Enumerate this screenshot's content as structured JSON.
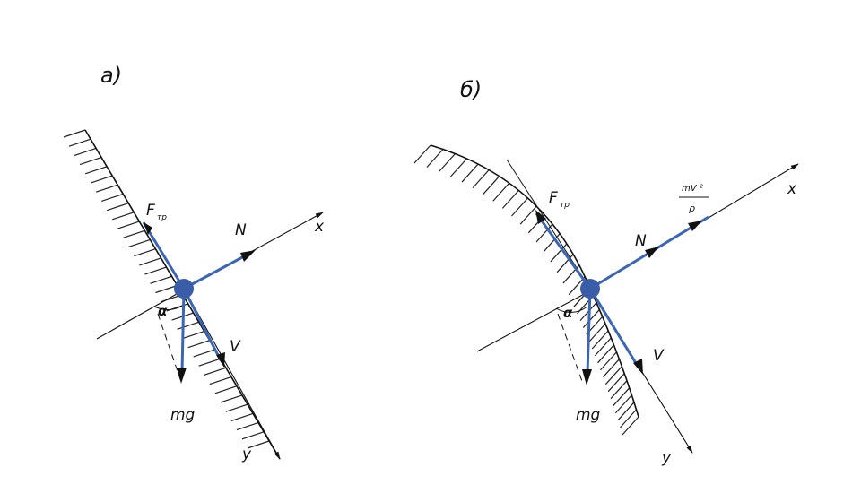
{
  "colors": {
    "background": "#ffffff",
    "ink": "#111111",
    "vector": "#3b66b8",
    "body": "#3a5da8"
  },
  "panel_a": {
    "label": "а)",
    "friction_main": "F",
    "friction_sub": "тр",
    "normal": "N",
    "velocity": "V",
    "gravity": "mg",
    "axis_x": "x",
    "axis_y": "y",
    "angle": "α"
  },
  "panel_b": {
    "label": "б)",
    "friction_main": "F",
    "friction_sub": "тр",
    "normal": "N",
    "velocity": "V",
    "gravity": "mg",
    "axis_x": "x",
    "axis_y": "y",
    "angle": "α",
    "centripetal_numerator": "mV ²",
    "centripetal_denominator": "ρ"
  }
}
